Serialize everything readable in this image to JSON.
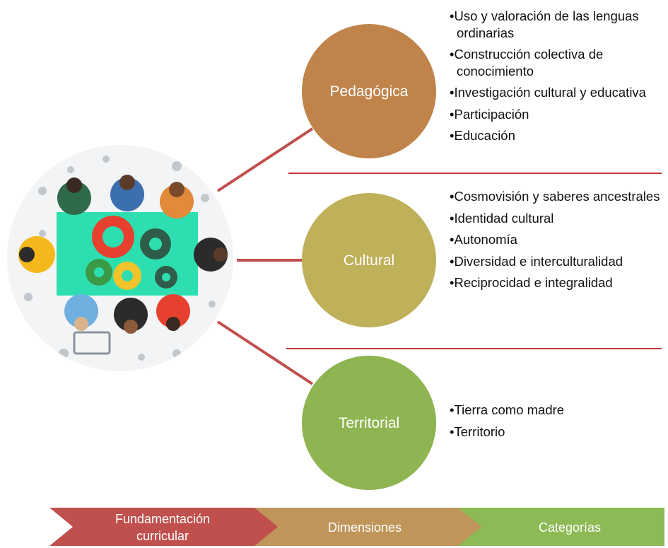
{
  "center_image": {
    "alt": "top-down view of people around a teal table with gears",
    "colors": {
      "table": "#2ddfb0",
      "gear_red": "#e8402f",
      "gear_yellow": "#f2c42a",
      "gear_green": "#3a9a45",
      "gear_dark": "#2f5d4a"
    }
  },
  "dimensions": [
    {
      "name": "Pedagógica",
      "color": "#c0844b",
      "categories": [
        "Uso y valoración de las lenguas ordinarias",
        "Construcción colectiva de conocimiento",
        "Investigación cultural y educativa",
        "Participación",
        "Educación"
      ]
    },
    {
      "name": "Cultural",
      "color": "#bfb05a",
      "categories": [
        "Cosmovisión y saberes ancestrales",
        "Identidad cultural",
        "Autonomía",
        "Diversidad e interculturalidad",
        "Reciprocidad e integralidad"
      ]
    },
    {
      "name": "Territorial",
      "color": "#8fb452",
      "categories": [
        "Tierra como madre",
        "Territorio"
      ]
    }
  ],
  "connector_color": "#c0504d",
  "separator_color": "#c0393b",
  "bullet_char": "•",
  "process_bar": [
    {
      "label_lines": [
        "Fundamentación",
        "curricular"
      ],
      "color": "#c0504d"
    },
    {
      "label_lines": [
        "Dimensiones"
      ],
      "color": "#c0955a"
    },
    {
      "label_lines": [
        "Categorías"
      ],
      "color": "#8dba55"
    }
  ]
}
